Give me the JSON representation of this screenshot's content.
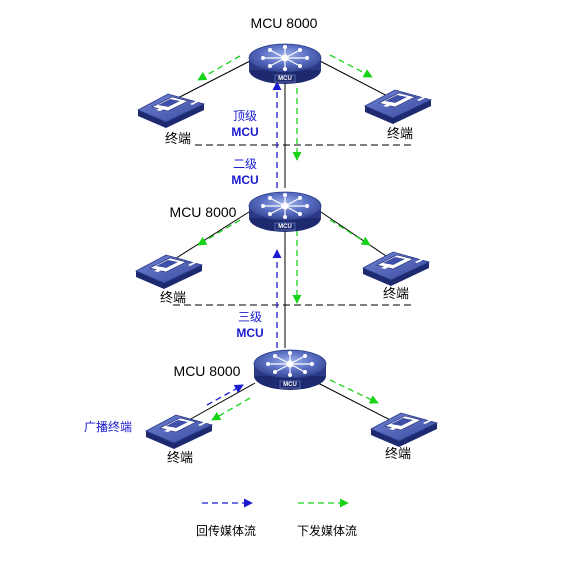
{
  "colors": {
    "upstream_arrow": "#1a1ad0",
    "downstream_arrow": "#18d418",
    "device_blue": "#3e4fa8",
    "device_dark": "#1e2a70",
    "label_blue": "#1a1ad0",
    "line": "#000000"
  },
  "mcu_nodes": [
    {
      "id": "top",
      "label": "MCU 8000",
      "logo": "MCU"
    },
    {
      "id": "mid",
      "label": "MCU 8000",
      "logo": "MCU"
    },
    {
      "id": "bot",
      "label": "MCU 8000",
      "logo": "MCU"
    }
  ],
  "terminals": [
    {
      "id": "t1",
      "label": "终端"
    },
    {
      "id": "t2",
      "label": "终端"
    },
    {
      "id": "t3",
      "label": "终端"
    },
    {
      "id": "t4",
      "label": "终端"
    },
    {
      "id": "t5",
      "label": "终端"
    },
    {
      "id": "t6",
      "label": "终端"
    }
  ],
  "levels": {
    "top": {
      "line1": "顶级",
      "line2": "MCU"
    },
    "second": {
      "line1": "二级",
      "line2": "MCU"
    },
    "third": {
      "line1": "三级",
      "line2": "MCU"
    }
  },
  "broadcast_label": "广播终端",
  "legend": {
    "upstream": "回传媒体流",
    "downstream": "下发媒体流"
  }
}
